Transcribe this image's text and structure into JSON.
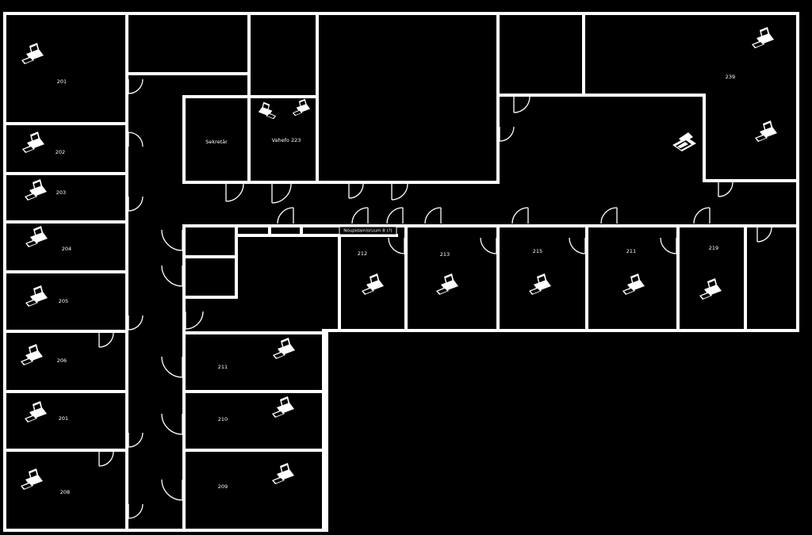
{
  "plan": {
    "rooms": [
      {
        "id": "r201a",
        "label": "201"
      },
      {
        "id": "r202",
        "label": "202"
      },
      {
        "id": "r203",
        "label": "203"
      },
      {
        "id": "r204",
        "label": "204"
      },
      {
        "id": "r205",
        "label": "205"
      },
      {
        "id": "r206",
        "label": "206"
      },
      {
        "id": "r201b",
        "label": "201"
      },
      {
        "id": "r208",
        "label": "208"
      },
      {
        "id": "r211",
        "label": "211"
      },
      {
        "id": "r210",
        "label": "210"
      },
      {
        "id": "r209",
        "label": "209"
      },
      {
        "id": "r212",
        "label": "212"
      },
      {
        "id": "r213",
        "label": "213"
      },
      {
        "id": "r215",
        "label": "215"
      },
      {
        "id": "r217",
        "label": "211"
      },
      {
        "id": "r219",
        "label": "219"
      },
      {
        "id": "r239",
        "label": "239"
      },
      {
        "id": "secretary",
        "label": "Sekretär"
      },
      {
        "id": "room223",
        "label": "Vahefo 223"
      },
      {
        "id": "meeting",
        "label": "Nõupidamisruum 8 (?)"
      }
    ],
    "icons": {
      "computer": "computer-workstation-icon",
      "printer": "printer-icon",
      "door": "door-swing-icon"
    },
    "colors": {
      "background": "#000000",
      "lines": "#ffffff"
    }
  }
}
